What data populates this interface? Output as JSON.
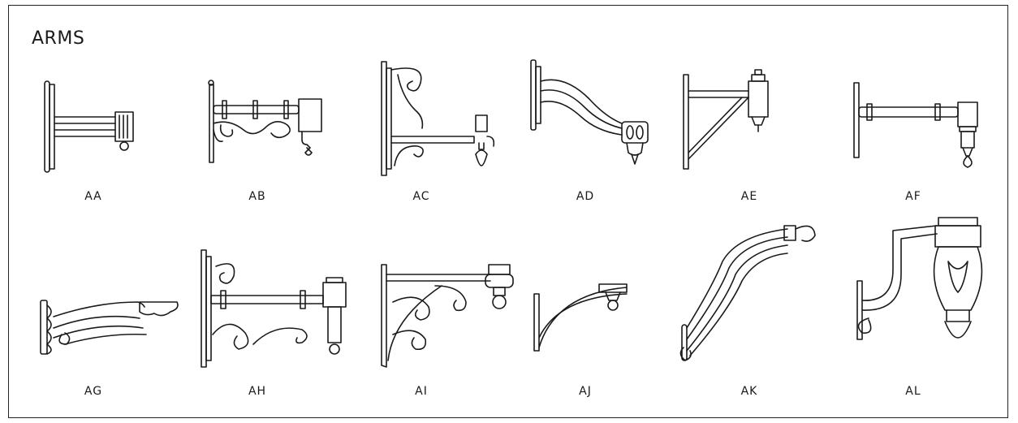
{
  "title": "ARMS",
  "arms": [
    {
      "code": "AA"
    },
    {
      "code": "AB"
    },
    {
      "code": "AC"
    },
    {
      "code": "AD"
    },
    {
      "code": "AE"
    },
    {
      "code": "AF"
    },
    {
      "code": "AG"
    },
    {
      "code": "AH"
    },
    {
      "code": "AI"
    },
    {
      "code": "AJ"
    },
    {
      "code": "AK"
    },
    {
      "code": "AL"
    }
  ]
}
